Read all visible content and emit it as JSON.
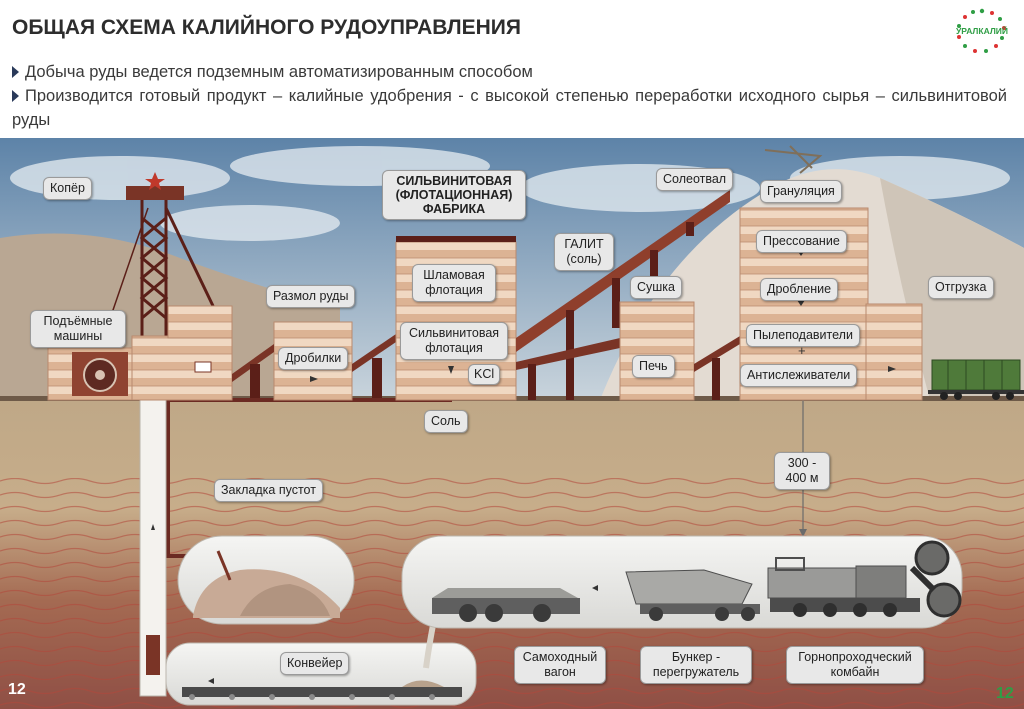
{
  "header": {
    "title": "ОБЩАЯ СХЕМА КАЛИЙНОГО РУДОУПРАВЛЕНИЯ",
    "bullets": [
      "Добыча руды ведется подземным автоматизированным способом",
      "Производится готовый продукт – калийные удобрения - с высокой степенью переработки исходного сырья – сильвинитовой руды"
    ],
    "logo_text": "УРАЛКАЛИЙ"
  },
  "labels": {
    "koper": "Копёр",
    "lift_machines": "Подъёмные машины",
    "ore_grinding": "Размол руды",
    "crushers": "Дробилки",
    "factory": "СИЛЬВИНИТОВАЯ (ФЛОТАЦИОННАЯ) ФАБРИКА",
    "slime_flotation": "Шламовая флотация",
    "sylvinite_flotation": "Сильвинитовая флотация",
    "kcl": "KCl",
    "halite": "ГАЛИТ (соль)",
    "salt_dump": "Солеотвал",
    "drying": "Сушка",
    "furnace": "Печь",
    "granulation": "Грануляция",
    "pressing": "Прессование",
    "crushing": "Дробление",
    "dust_suppressors": "Пылеподавители",
    "plus": "+",
    "anticaking": "Антислеживатели",
    "shipment": "Отгрузка",
    "salt": "Соль",
    "void_backfill": "Закладка пустот",
    "depth": "300 - 400 м",
    "conveyor": "Конвейер",
    "shuttle_car": "Самоходный вагон",
    "bunker": "Бункер - перегружатель",
    "miner": "Горнопроходческий комбайн"
  },
  "page": {
    "left": "12",
    "right": "12"
  },
  "colors": {
    "title": "#2d2d2d",
    "accent_green": "#2f9e45",
    "brick": "#e8c6a8",
    "frame": "#7a3426"
  }
}
